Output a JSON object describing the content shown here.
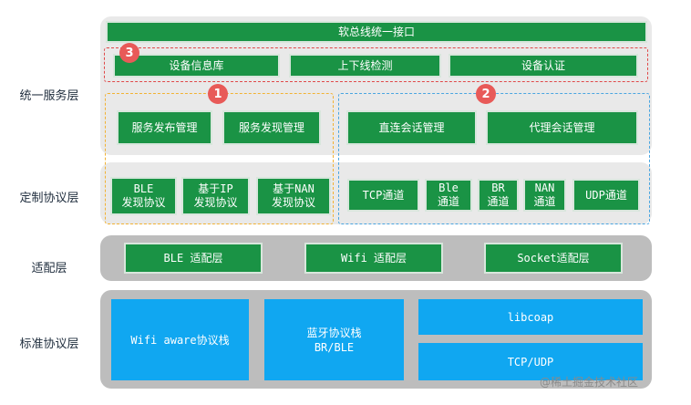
{
  "layers": {
    "unified_service": "统一服务层",
    "custom_protocol": "定制协议层",
    "adaptation": "适配层",
    "standard_protocol": "标准协议层"
  },
  "top_bar": "软总线统一接口",
  "row3": {
    "device_info": "设备信息库",
    "online_offline": "上下线检测",
    "device_auth": "设备认证"
  },
  "services": {
    "publish": "服务发布管理",
    "discovery": "服务发现管理",
    "direct_session": "直连会话管理",
    "proxy_session": "代理会话管理"
  },
  "discovery_protocols": {
    "ble": "BLE\n发现协议",
    "ip": "基于IP\n发现协议",
    "nan": "基于NAN\n发现协议"
  },
  "channels": {
    "tcp": "TCP通道",
    "ble": "Ble\n通道",
    "br": "BR\n通道",
    "nan": "NAN\n通道",
    "udp": "UDP通道"
  },
  "adapters": {
    "ble": "BLE 适配层",
    "wifi": "Wifi 适配层",
    "socket": "Socket适配层"
  },
  "stacks": {
    "wifi_aware": "Wifi aware协议栈",
    "bluetooth": "蓝牙协议栈\nBR/BLE",
    "libcoap": "libcoap",
    "tcp_udp": "TCP/UDP"
  },
  "badges": {
    "one": "1",
    "two": "2",
    "three": "3"
  },
  "watermark": "@稀土掘金技术社区",
  "colors": {
    "green": "#1a9345",
    "blue": "#10a7f1",
    "badge_red": "#e85a58",
    "dash_orange": "#f2b233",
    "dash_blue": "#4aa5e0",
    "dash_red": "#e04848"
  }
}
